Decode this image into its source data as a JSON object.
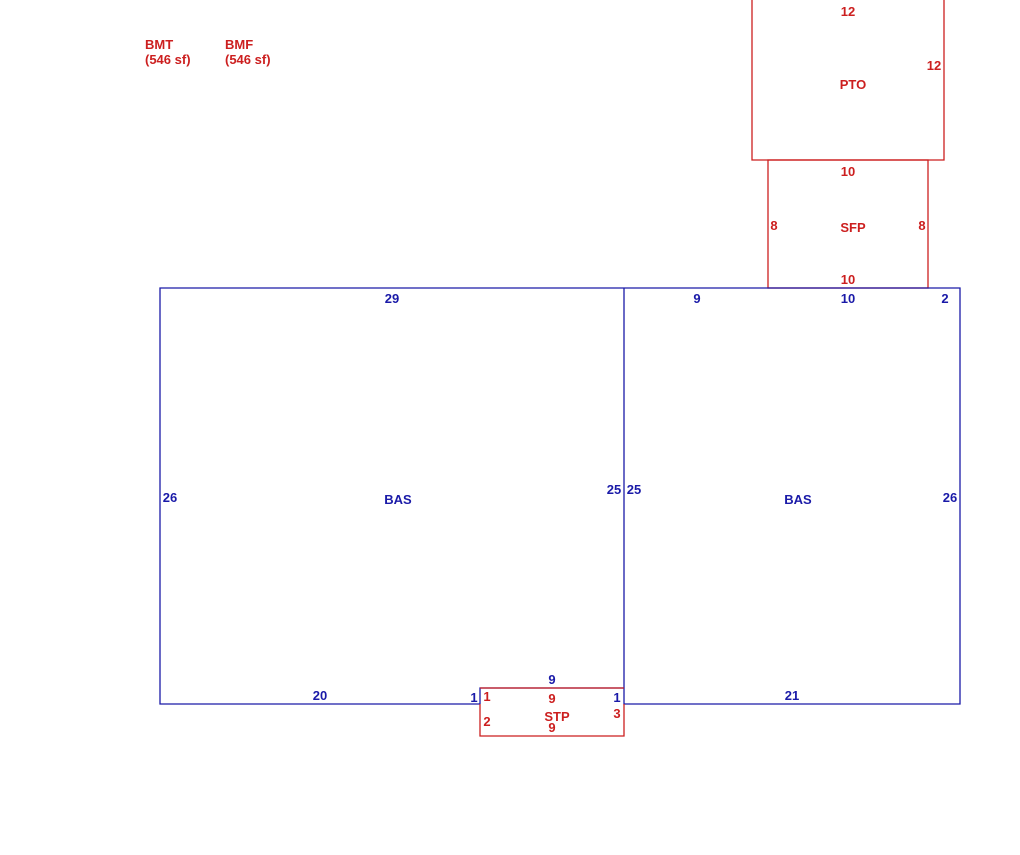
{
  "legend": {
    "bmt": {
      "code": "BMT",
      "area": "(546 sf)"
    },
    "bmf": {
      "code": "BMF",
      "area": "(546 sf)"
    }
  },
  "areas": {
    "pto": {
      "label": "PTO",
      "top": "12",
      "right": "12"
    },
    "sfp": {
      "label": "SFP",
      "top": "10",
      "left": "8",
      "right": "8",
      "bottom": "10"
    },
    "bas_left": {
      "label": "BAS",
      "top": "29",
      "left": "26",
      "right": "25",
      "bottom": "20",
      "step": "1"
    },
    "bas_right": {
      "label": "BAS",
      "top_a": "9",
      "top_b": "10",
      "top_c": "2",
      "left": "25",
      "right": "26",
      "bottom": "21",
      "step": "1"
    },
    "stp": {
      "label": "STP",
      "top": "9",
      "inner_top": "9",
      "left_a": "1",
      "left_b": "2",
      "right_a": "1",
      "right_b": "3",
      "bottom": "9"
    }
  },
  "colors": {
    "living_area": "#1a1aa8",
    "addition": "#cc1f1f"
  }
}
